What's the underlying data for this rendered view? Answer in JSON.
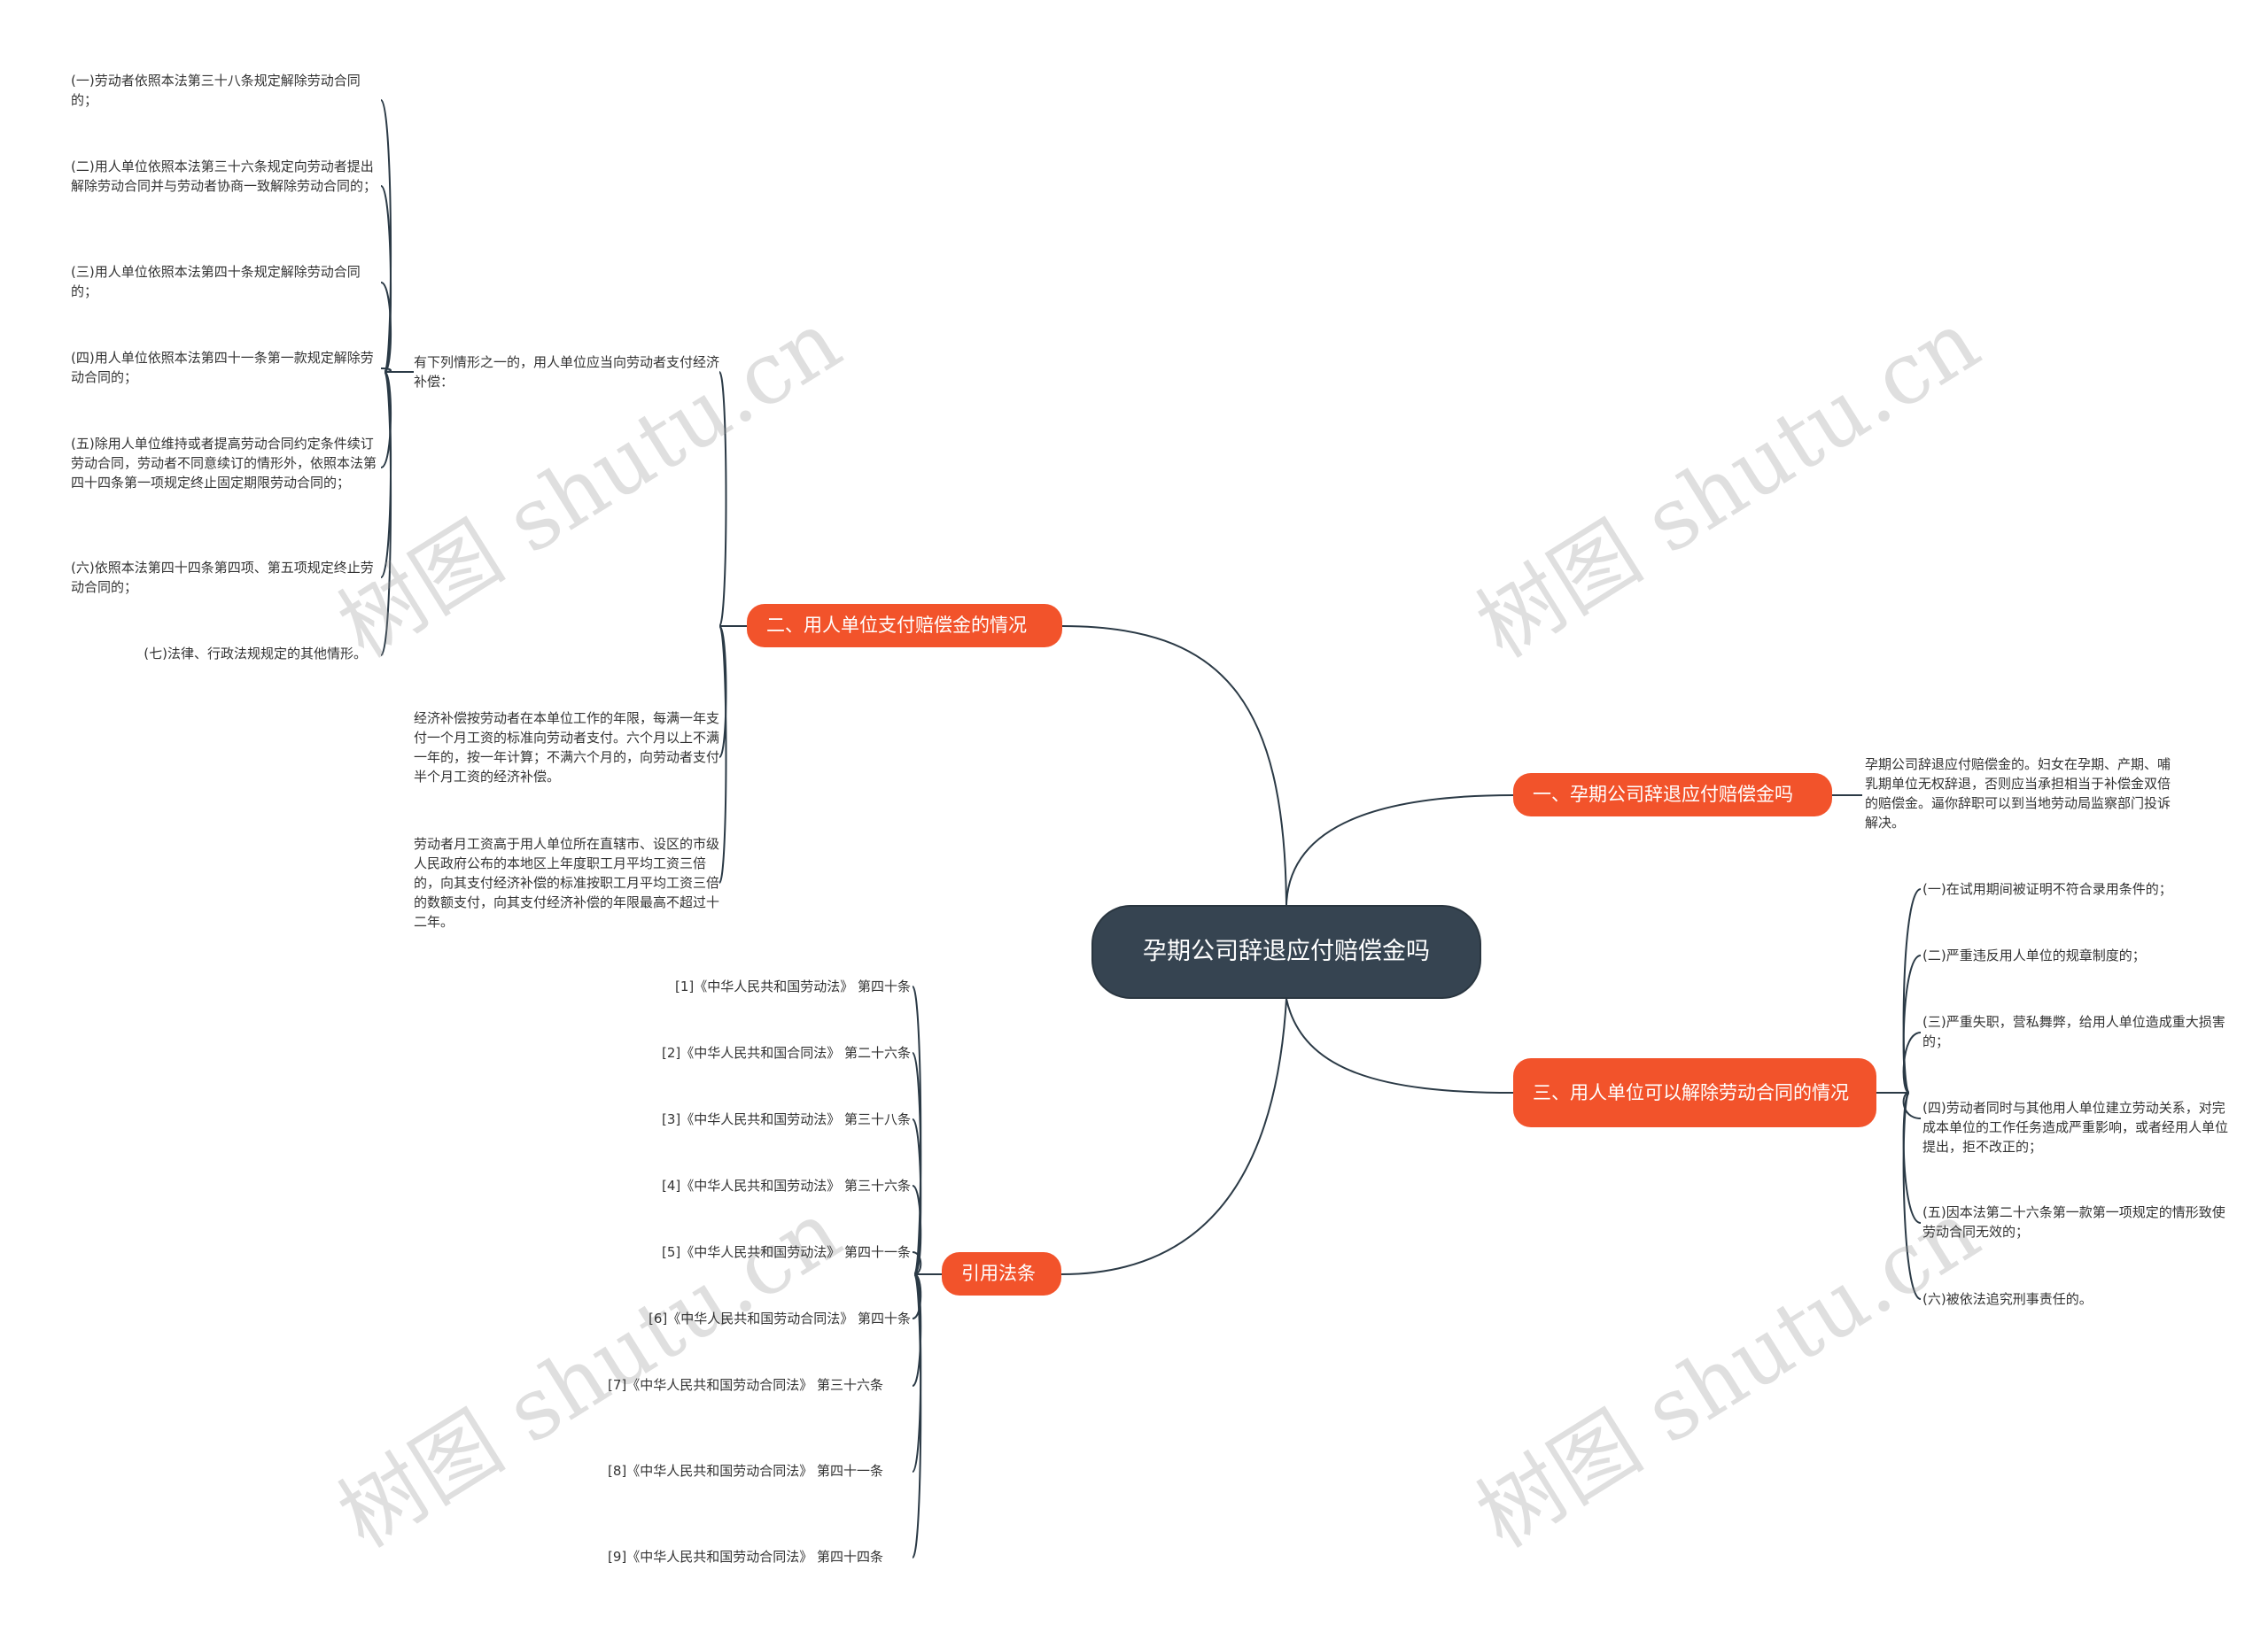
{
  "root": {
    "title": "孕期公司辞退应付赔偿金吗"
  },
  "branches": {
    "b1": {
      "label": "一、孕期公司辞退应付赔偿金吗",
      "children": [
        "孕期公司辞退应付赔偿金的。妇女在孕期、产期、哺乳期单位无权辞退，否则应当承担相当于补偿金双倍的赔偿金。逼你辞职可以到当地劳动局监察部门投诉解决。"
      ]
    },
    "b2": {
      "label": "二、用人单位支付赔偿金的情况",
      "children": [
        "有下列情形之一的，用人单位应当向劳动者支付经济补偿：",
        "经济补偿按劳动者在本单位工作的年限，每满一年支付一个月工资的标准向劳动者支付。六个月以上不满一年的，按一年计算；不满六个月的，向劳动者支付半个月工资的经济补偿。",
        "劳动者月工资高于用人单位所在直辖市、设区的市级人民政府公布的本地区上年度职工月平均工资三倍的，向其支付经济补偿的标准按职工月平均工资三倍的数额支付，向其支付经济补偿的年限最高不超过十二年。"
      ],
      "cases": [
        "(一)劳动者依照本法第三十八条规定解除劳动合同的；",
        "(二)用人单位依照本法第三十六条规定向劳动者提出解除劳动合同并与劳动者协商一致解除劳动合同的；",
        "(三)用人单位依照本法第四十条规定解除劳动合同的；",
        "(四)用人单位依照本法第四十一条第一款规定解除劳动合同的；",
        "(五)除用人单位维持或者提高劳动合同约定条件续订劳动合同，劳动者不同意续订的情形外，依照本法第四十四条第一项规定终止固定期限劳动合同的；",
        "(六)依照本法第四十四条第四项、第五项规定终止劳动合同的；",
        "(七)法律、行政法规规定的其他情形。"
      ]
    },
    "b3": {
      "label": "三、用人单位可以解除劳动合同的情况",
      "children": [
        "(一)在试用期间被证明不符合录用条件的；",
        "(二)严重违反用人单位的规章制度的；",
        "(三)严重失职，营私舞弊，给用人单位造成重大损害的；",
        "(四)劳动者同时与其他用人单位建立劳动关系，对完成本单位的工作任务造成严重影响，或者经用人单位提出，拒不改正的；",
        "(五)因本法第二十六条第一款第一项规定的情形致使劳动合同无效的；",
        "(六)被依法追究刑事责任的。"
      ]
    },
    "b4": {
      "label": "引用法条",
      "children": [
        "[1]《中华人民共和国劳动法》 第四十条",
        "[2]《中华人民共和国合同法》 第二十六条",
        "[3]《中华人民共和国劳动法》 第三十八条",
        "[4]《中华人民共和国劳动法》 第三十六条",
        "[5]《中华人民共和国劳动法》 第四十一条",
        "[6]《中华人民共和国劳动合同法》 第四十条",
        "[7]《中华人民共和国劳动合同法》 第三十六条",
        "[8]《中华人民共和国劳动合同法》 第四十一条",
        "[9]《中华人民共和国劳动合同法》 第四十四条"
      ]
    }
  },
  "watermark": {
    "text": "树图 shutu.cn"
  },
  "colors": {
    "branch": "#f2532b",
    "root": "#364451",
    "line": "#2b3a46",
    "text": "#333333"
  }
}
